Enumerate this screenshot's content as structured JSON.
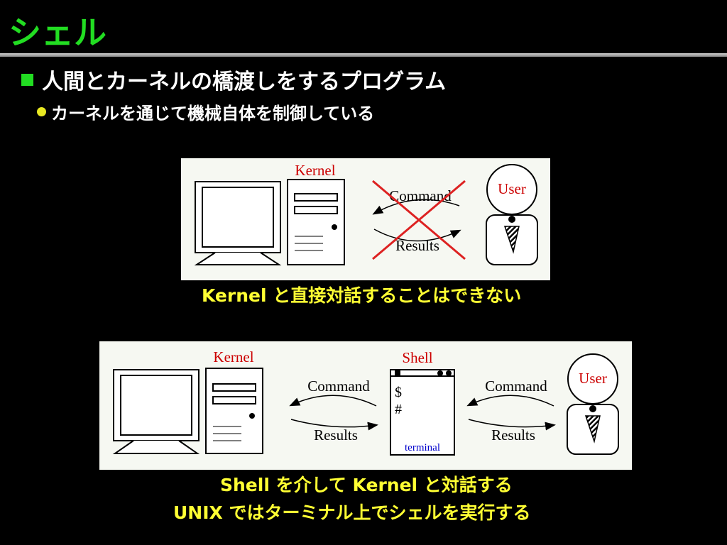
{
  "slide": {
    "title": "シェル",
    "bullet1": "人間とカーネルの橋渡しをするプログラム",
    "bullet2": "カーネルを通じて機械自体を制御している"
  },
  "diagram1": {
    "kernel_label": "Kernel",
    "command_label": "Command",
    "results_label": "Results",
    "user_label": "User",
    "caption": "Kernel と直接対話することはできない"
  },
  "diagram2": {
    "kernel_label": "Kernel",
    "shell_label": "Shell",
    "command_label_left": "Command",
    "results_label_left": "Results",
    "command_label_right": "Command",
    "results_label_right": "Results",
    "prompt_dollar": "$",
    "prompt_hash": "#",
    "terminal_label": "terminal",
    "user_label": "User",
    "caption_line1": "Shell を介して Kernel と対話する",
    "caption_line2": "UNIX ではターミナル上でシェルを実行する"
  },
  "colors": {
    "title": "#22dd22",
    "bullet_square": "#22dd22",
    "bullet_dot": "#e8e822",
    "caption": "#ffff33",
    "kernel_label": "#cc0000",
    "terminal_label": "#0000cc",
    "cross": "#dd2222"
  }
}
